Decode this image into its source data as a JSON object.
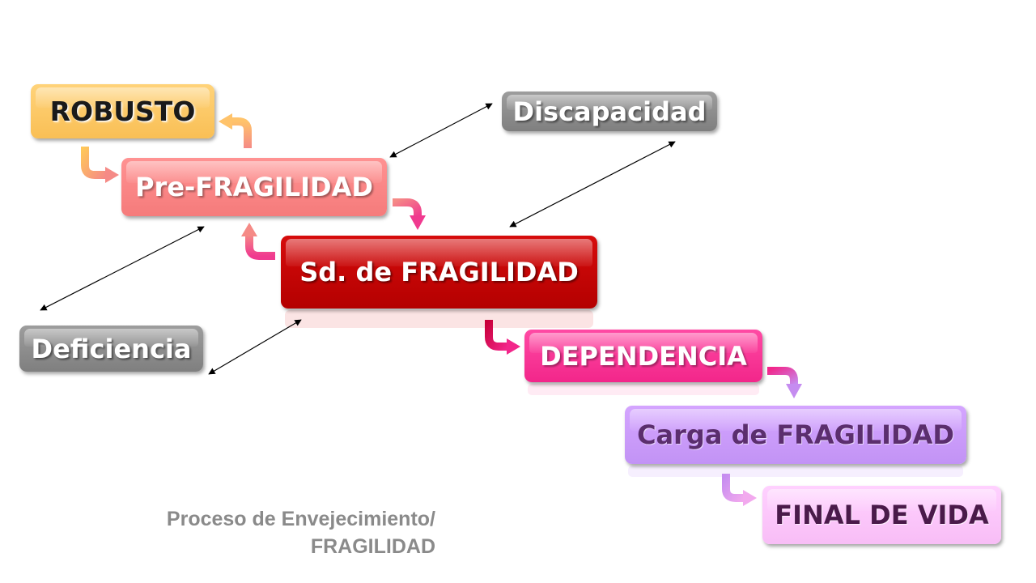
{
  "diagram": {
    "nodes": {
      "robusto": "ROBUSTO",
      "discapacidad": "Discapacidad",
      "prefragilidad": "Pre-FRAGILIDAD",
      "sdfragilidad": "Sd. de FRAGILIDAD",
      "deficiencia": "Deficiencia",
      "dependencia": "DEPENDENCIA",
      "carga": "Carga de FRAGILIDAD",
      "final": "FINAL DE VIDA"
    },
    "caption": {
      "line1": "Proceso de Envejecimiento/",
      "line2": "FRAGILIDAD"
    },
    "colors": {
      "robusto": "#f9bf55",
      "discapacidad": "#7f7f7f",
      "prefragilidad": "#f57b7b",
      "sdfragilidad": "#b40000",
      "deficiencia": "#7f7f7f",
      "dependencia": "#f2268a",
      "carga": "#c293f5",
      "final": "#f8bdf6",
      "caption": "#8a8a8a"
    }
  }
}
